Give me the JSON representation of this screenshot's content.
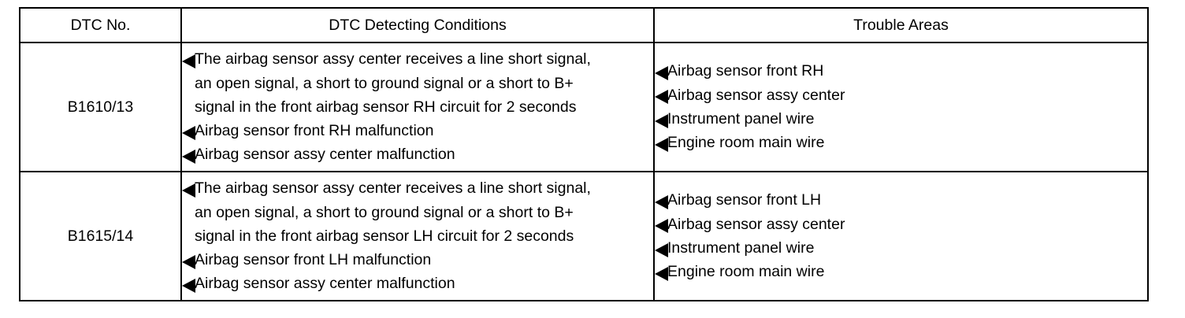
{
  "table": {
    "headers": [
      "DTC No.",
      "DTC Detecting Conditions",
      "Trouble Areas"
    ],
    "rows": [
      {
        "code": "B1610/13",
        "conditions": [
          {
            "lines": [
              "The airbag sensor assy center receives a line short signal,",
              "an open signal, a short to ground signal or a short to B+",
              "signal in the front airbag sensor RH circuit for 2 seconds"
            ]
          },
          {
            "lines": [
              "Airbag sensor front RH malfunction"
            ]
          },
          {
            "lines": [
              "Airbag sensor assy center malfunction"
            ]
          }
        ],
        "areas": [
          "Airbag sensor front RH",
          "Airbag sensor assy center",
          "Instrument panel wire",
          "Engine room main wire"
        ]
      },
      {
        "code": "B1615/14",
        "conditions": [
          {
            "lines": [
              "The airbag sensor assy center receives a line short signal,",
              "an open signal, a short to ground signal or a short to B+",
              "signal in the front airbag sensor LH circuit for 2 seconds"
            ]
          },
          {
            "lines": [
              "Airbag sensor front LH malfunction"
            ]
          },
          {
            "lines": [
              "Airbag sensor assy center malfunction"
            ]
          }
        ],
        "areas": [
          "Airbag sensor front LH",
          "Airbag sensor assy center",
          "Instrument panel wire",
          "Engine room main wire"
        ]
      }
    ]
  },
  "bullet_icon": "left-pointing-triangle",
  "colors": {
    "text": "#000000",
    "border": "#000000",
    "background": "#ffffff"
  }
}
